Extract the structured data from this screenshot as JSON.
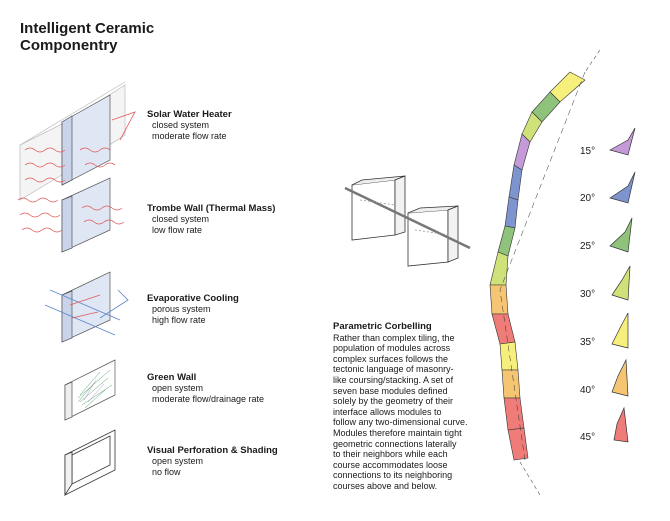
{
  "title": {
    "line1": "Intelligent Ceramic",
    "line2": "Componentry"
  },
  "systems": [
    {
      "name": "Solar Water Heater",
      "desc1": "closed system",
      "desc2": "moderate flow rate"
    },
    {
      "name": "Trombe Wall (Thermal Mass)",
      "desc1": "closed system",
      "desc2": "low flow rate"
    },
    {
      "name": "Evaporative Cooling",
      "desc1": "porous system",
      "desc2": "high flow rate"
    },
    {
      "name": "Green Wall",
      "desc1": "open system",
      "desc2": "moderate flow/drainage rate"
    },
    {
      "name": "Visual Perforation & Shading",
      "desc1": "open system",
      "desc2": "no flow"
    }
  ],
  "corbelling": {
    "heading": "Parametric Corbelling",
    "lines": [
      "Rather than complex tiling, the",
      "population of modules across",
      "complex surfaces follows the",
      "tectonic language of masonry-",
      "like coursing/stacking. A set of",
      "seven base modules defined",
      "solely by the geometry of their",
      "interface allows modules to",
      "follow any two-dimensional curve.",
      "Modules therefore maintain tight",
      "geometric connections laterally",
      "to their neighbors while each",
      "course accommodates loose",
      "connections to its neighboring",
      "courses above and below."
    ]
  },
  "angles": [
    {
      "label": "15°",
      "color": "#c49ad8"
    },
    {
      "label": "20°",
      "color": "#7e94cf"
    },
    {
      "label": "25°",
      "color": "#8fc27a"
    },
    {
      "label": "30°",
      "color": "#cfe27a"
    },
    {
      "label": "35°",
      "color": "#f6ef7c"
    },
    {
      "label": "40°",
      "color": "#f6c574"
    },
    {
      "label": "45°",
      "color": "#ef7c78"
    }
  ]
}
